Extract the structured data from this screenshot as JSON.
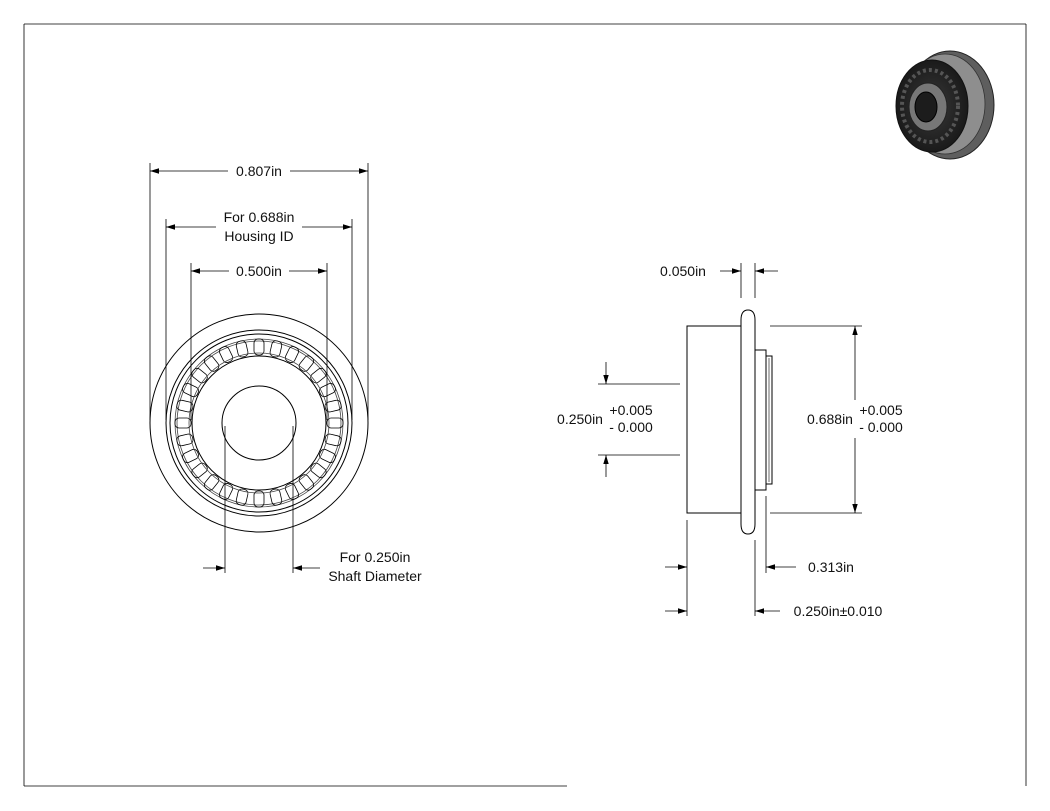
{
  "front_view": {
    "overall_diameter": "0.807in",
    "housing_line1": "For 0.688in",
    "housing_line2": "Housing ID",
    "inner_width": "0.500in",
    "shaft_line1": "For 0.250in",
    "shaft_line2": "Shaft Diameter"
  },
  "side_view": {
    "flange_thickness": "0.050in",
    "bore_nominal": "0.250in",
    "bore_tol_plus": "+0.005",
    "bore_tol_minus": "- 0.000",
    "od_nominal": "0.688in",
    "od_tol_plus": "+0.005",
    "od_tol_minus": "- 0.000",
    "body_length": "0.313in",
    "overall_length": "0.250in±0.010"
  },
  "colors": {
    "line": "#000000",
    "render_dark": "#2a2a2a",
    "render_mid": "#6b6b6b",
    "render_light": "#9a9a9a"
  }
}
